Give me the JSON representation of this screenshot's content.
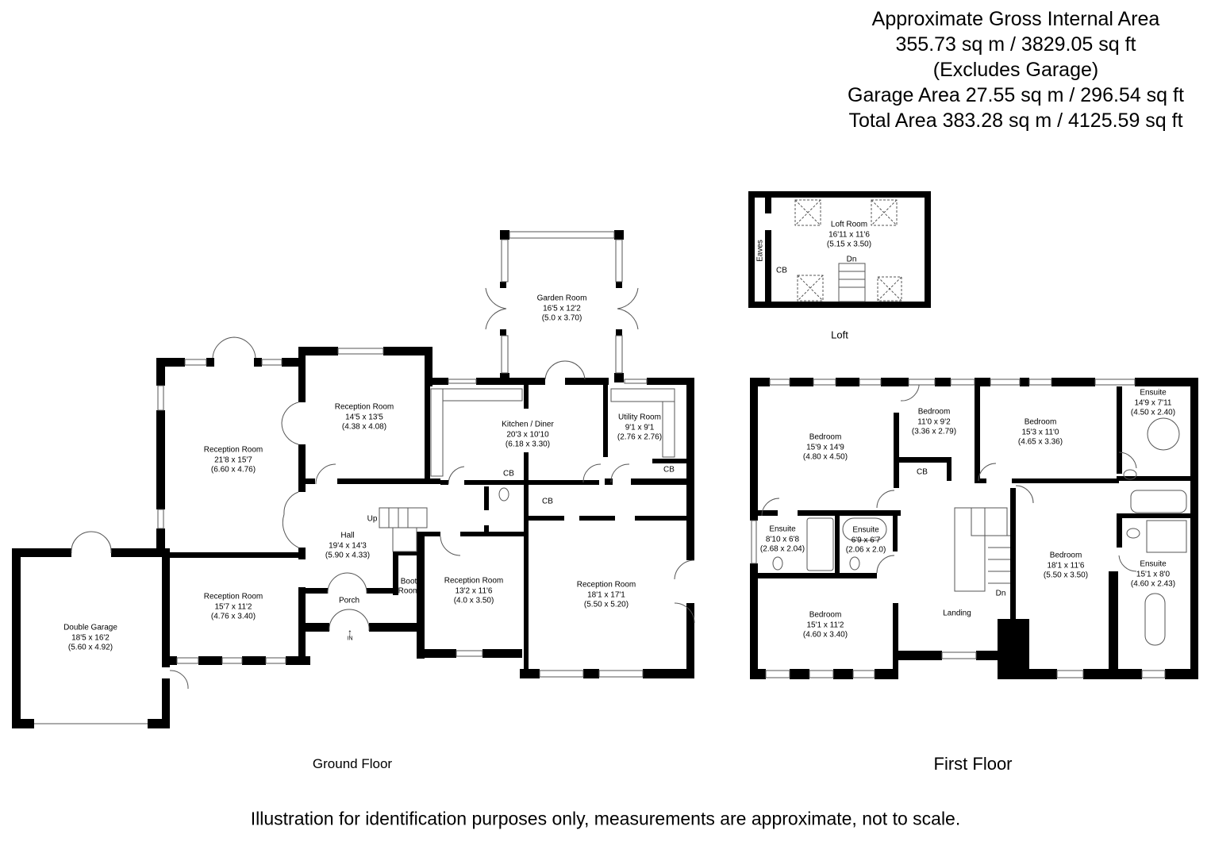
{
  "area_summary": {
    "line1": "Approximate Gross Internal Area",
    "line2": "355.73 sq m / 3829.05 sq ft",
    "line3": "(Excludes Garage)",
    "line4": "Garage Area 27.55 sq m / 296.54 sq ft",
    "line5": "Total Area 383.28 sq m / 4125.59 sq ft"
  },
  "floors": {
    "ground": {
      "title": "Ground Floor",
      "rooms": [
        {
          "name": "Garden Room",
          "imperial": "16'5 x 12'2",
          "metric": "(5.0 x 3.70)"
        },
        {
          "name": "Reception Room",
          "imperial": "21'8 x 15'7",
          "metric": "(6.60 x 4.76)"
        },
        {
          "name": "Reception Room",
          "imperial": "14'5 x 13'5",
          "metric": "(4.38 x 4.08)"
        },
        {
          "name": "Kitchen / Diner",
          "imperial": "20'3 x 10'10",
          "metric": "(6.18 x 3.30)"
        },
        {
          "name": "Utility Room",
          "imperial": "9'1 x 9'1",
          "metric": "(2.76 x 2.76)"
        },
        {
          "name": "Hall",
          "imperial": "19'4 x 14'3",
          "metric": "(5.90 x 4.33)"
        },
        {
          "name": "Double Garage",
          "imperial": "18'5 x 16'2",
          "metric": "(5.60 x 4.92)"
        },
        {
          "name": "Reception Room",
          "imperial": "15'7 x 11'2",
          "metric": "(4.76 x 3.40)"
        },
        {
          "name": "Reception Room",
          "imperial": "13'2 x 11'6",
          "metric": "(4.0 x 3.50)"
        },
        {
          "name": "Reception Room",
          "imperial": "18'1 x 17'1",
          "metric": "(5.50 x 5.20)"
        }
      ],
      "tags": {
        "porch": "Porch",
        "boot1": "Boot",
        "boot2": "Room",
        "up": "Up",
        "in": "IN",
        "cb": "CB"
      }
    },
    "first": {
      "title": "First Floor",
      "rooms": [
        {
          "name": "Bedroom",
          "imperial": "15'9 x 14'9",
          "metric": "(4.80 x 4.50)"
        },
        {
          "name": "Bedroom",
          "imperial": "11'0 x 9'2",
          "metric": "(3.36 x 2.79)"
        },
        {
          "name": "Bedroom",
          "imperial": "15'3 x 11'0",
          "metric": "(4.65 x 3.36)"
        },
        {
          "name": "Ensuite",
          "imperial": "14'9 x 7'11",
          "metric": "(4.50 x 2.40)"
        },
        {
          "name": "Ensuite",
          "imperial": "8'10 x 6'8",
          "metric": "(2.68 x 2.04)"
        },
        {
          "name": "Ensuite",
          "imperial": "6'9 x 6'7",
          "metric": "(2.06 x 2.0)"
        },
        {
          "name": "Bedroom",
          "imperial": "18'1 x 11'6",
          "metric": "(5.50 x 3.50)"
        },
        {
          "name": "Ensuite",
          "imperial": "15'1 x 8'0",
          "metric": "(4.60 x 2.43)"
        },
        {
          "name": "Bedroom",
          "imperial": "15'1 x 11'2",
          "metric": "(4.60 x 3.40)"
        }
      ],
      "tags": {
        "landing": "Landing",
        "dn": "Dn",
        "cb": "CB"
      }
    },
    "loft": {
      "title": "Loft",
      "rooms": [
        {
          "name": "Loft Room",
          "imperial": "16'11 x 11'6",
          "metric": "(5.15 x 3.50)"
        }
      ],
      "tags": {
        "eaves": "Eaves",
        "cb": "CB",
        "dn": "Dn"
      }
    }
  },
  "disclaimer": "Illustration for identification purposes only, measurements are approximate, not to scale."
}
